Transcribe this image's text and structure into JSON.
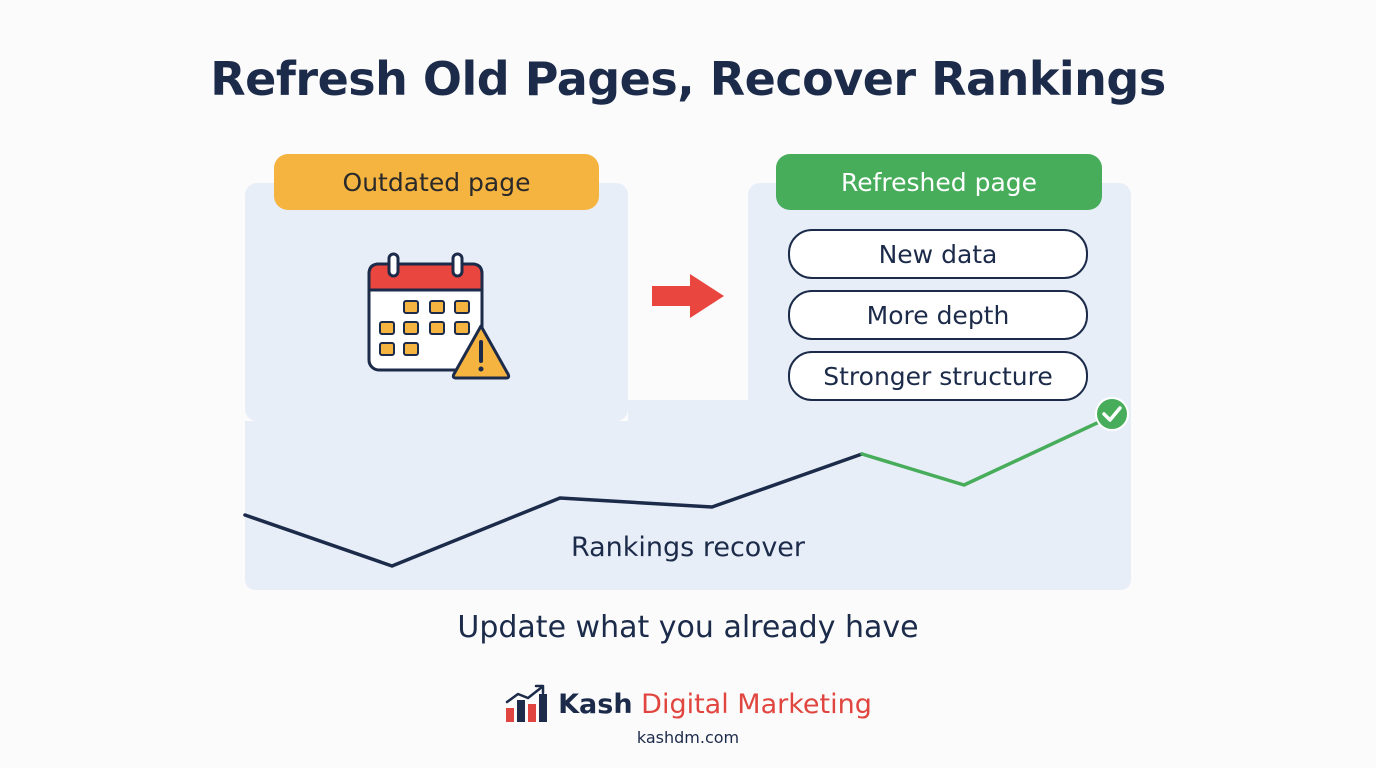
{
  "title": "Refresh Old Pages, Recover Rankings",
  "outdated": {
    "label": "Outdated page",
    "color": "#f5b340",
    "icon": "calendar-warning-icon"
  },
  "arrow": {
    "icon": "right-arrow-icon",
    "color": "#e8463f"
  },
  "refreshed": {
    "label": "Refreshed page",
    "color": "#47ad5b",
    "features": [
      "New data",
      "More depth",
      "Stronger structure"
    ]
  },
  "chart": {
    "label": "Rankings recover",
    "check_icon": "check-circle-icon",
    "old_color": "#1c2b4a",
    "new_color": "#47ad5b"
  },
  "subtitle": "Update what you already have",
  "brand": {
    "logo_icon": "bar-chart-growth-icon",
    "name_bold": "Kash",
    "name_rest": "Digital Marketing",
    "url": "kashdm.com",
    "accent_color": "#e0463f"
  }
}
